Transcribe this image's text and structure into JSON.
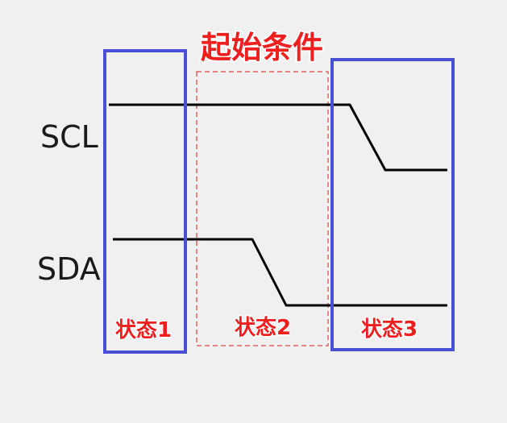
{
  "title": "起始条件",
  "signals": {
    "scl": "SCL",
    "sda": "SDA"
  },
  "states": [
    {
      "label": "状态1",
      "box_style": "solid"
    },
    {
      "label": "状态2",
      "box_style": "dashed"
    },
    {
      "label": "状态3",
      "box_style": "solid"
    }
  ],
  "colors": {
    "background": "#f0f0f0",
    "solid_box": "#4a4fd8",
    "dashed_box": "#e06060",
    "label_red": "#ee1f1f",
    "waveform": "#000000",
    "signal_text": "#1a1a1a"
  }
}
